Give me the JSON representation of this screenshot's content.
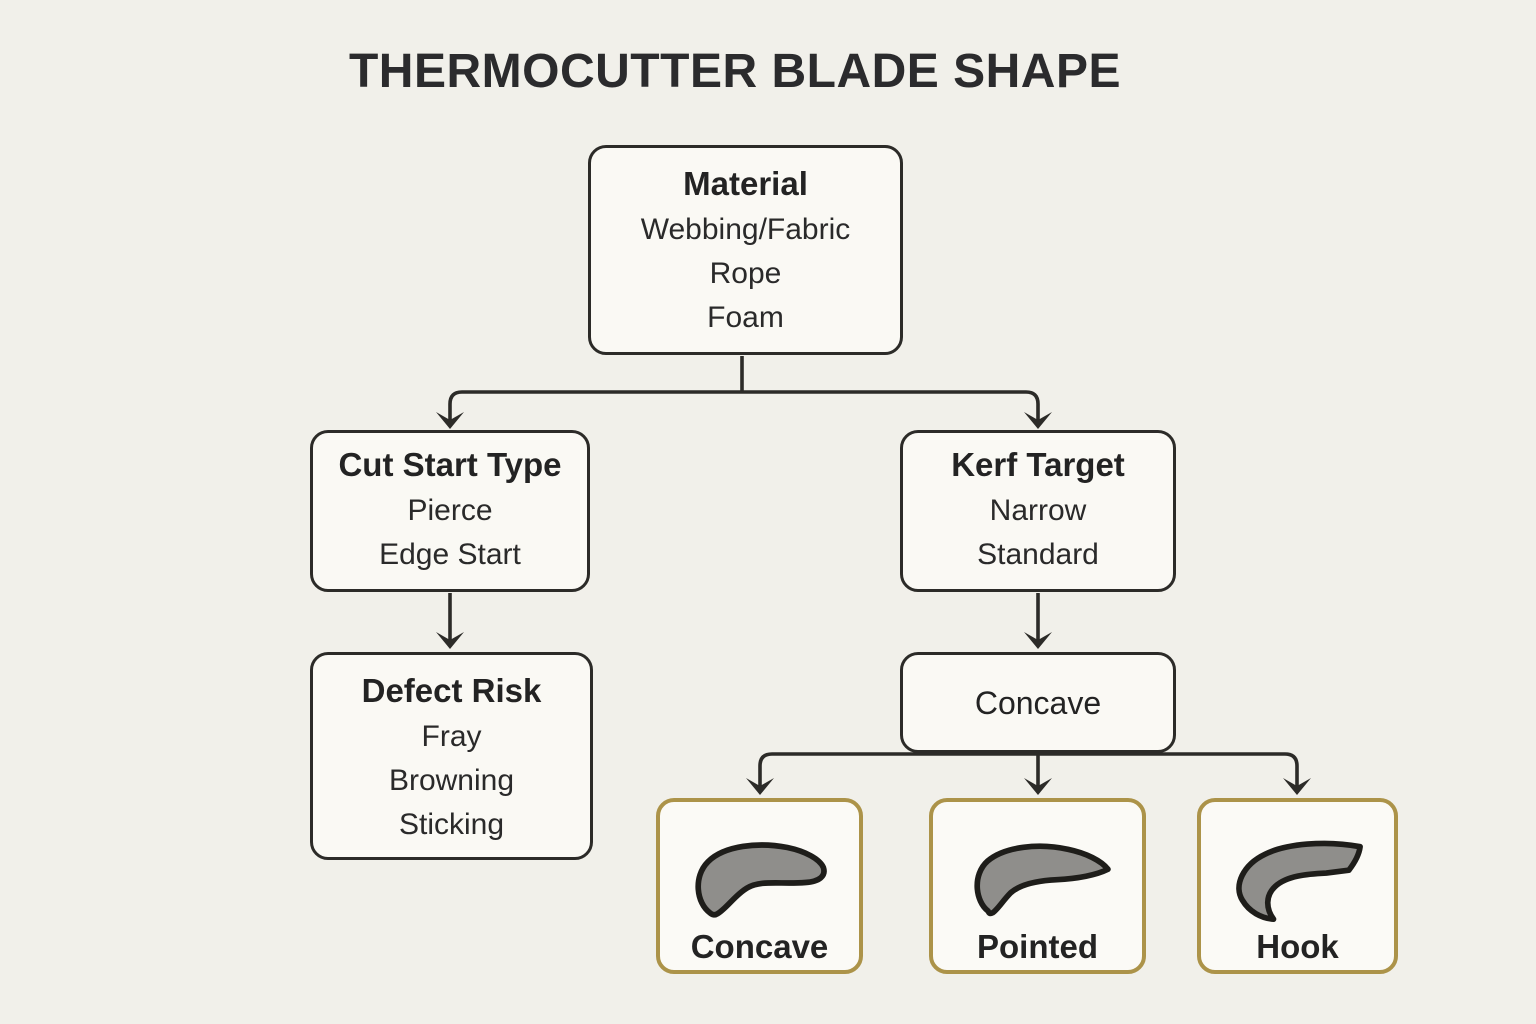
{
  "title": "THERMOCUTTER BLADE SHAPE",
  "nodes": {
    "material": {
      "title": "Material",
      "lines": [
        "Webbing/Fabric",
        "Rope",
        "Foam"
      ]
    },
    "cut_start_type": {
      "title": "Cut Start Type",
      "lines": [
        "Pierce",
        "Edge Start"
      ]
    },
    "kerf_target": {
      "title": "Kerf Target",
      "lines": [
        "Narrow",
        "Standard"
      ]
    },
    "defect_risk": {
      "title": "Defect Risk",
      "lines": [
        "Fray",
        "Browning",
        "Sticking"
      ]
    },
    "concave_decision": {
      "title": "Concave"
    }
  },
  "leaves": [
    {
      "label": "Concave",
      "icon": "concave-blade-icon"
    },
    {
      "label": "Pointed",
      "icon": "pointed-blade-icon"
    },
    {
      "label": "Hook",
      "icon": "hook-blade-icon"
    }
  ],
  "edges": [
    {
      "from": "Material",
      "to": "Cut Start Type"
    },
    {
      "from": "Material",
      "to": "Kerf Target"
    },
    {
      "from": "Cut Start Type",
      "to": "Defect Risk"
    },
    {
      "from": "Kerf Target",
      "to": "Concave"
    },
    {
      "from": "Concave",
      "to": "Concave"
    },
    {
      "from": "Concave",
      "to": "Pointed"
    },
    {
      "from": "Concave",
      "to": "Hook"
    }
  ],
  "colors": {
    "background": "#f1f0ea",
    "node_fill": "#faf9f4",
    "node_border": "#2c2b28",
    "leaf_border": "#ac9349",
    "blade_fill": "#8f8e8b",
    "blade_outline": "#1e1d1a",
    "text": "#242424"
  }
}
